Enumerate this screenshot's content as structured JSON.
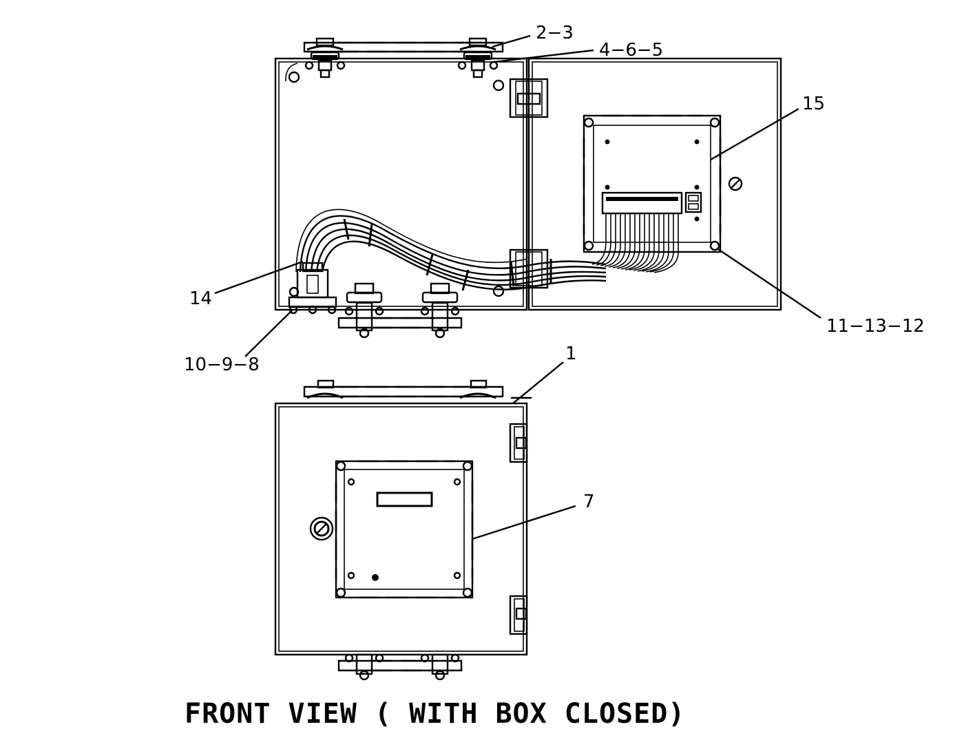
{
  "callouts": {
    "c_2_3": "2−3",
    "c_4_6_5": "4−6−5",
    "c_15": "15",
    "c_14": "14",
    "c_11_13_12": "11−13−12",
    "c_10_9_8": "10−9−8",
    "c_1": "1",
    "c_7": "7"
  },
  "caption": "FRONT VIEW ( WITH BOX CLOSED)",
  "colors": {
    "line": "#000000",
    "background": "#ffffff"
  }
}
